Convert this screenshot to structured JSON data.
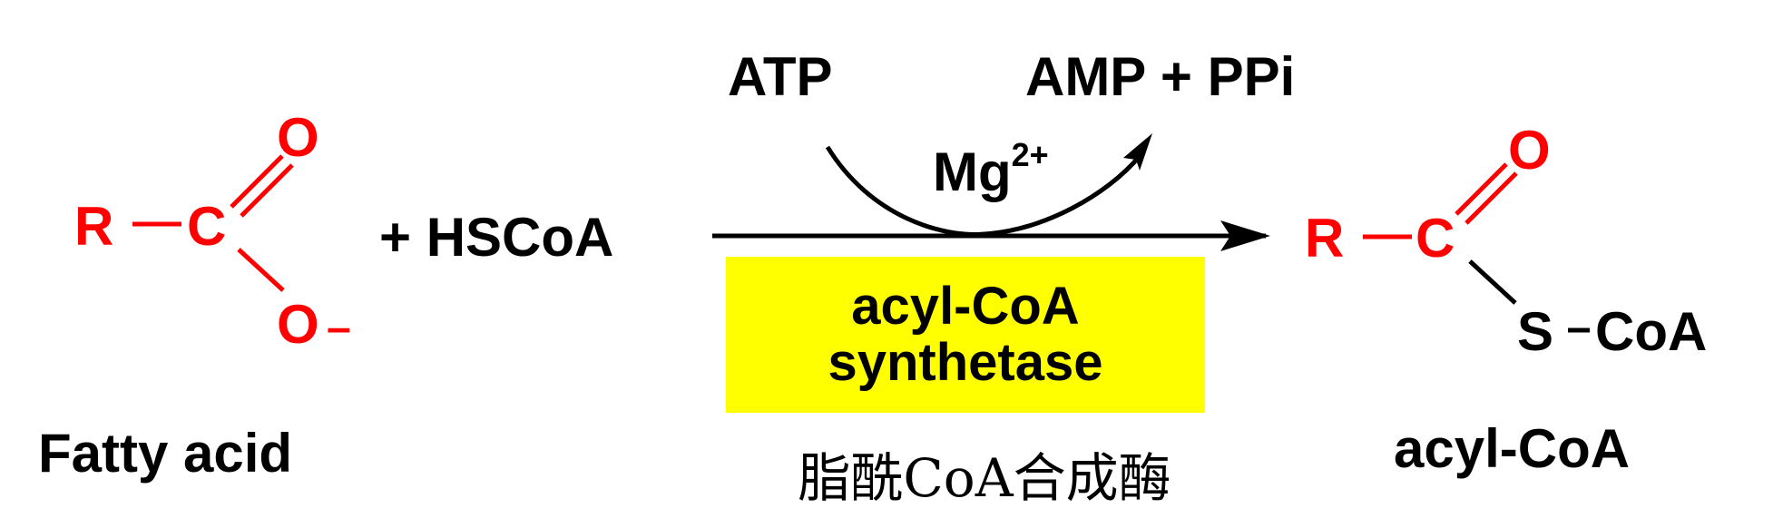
{
  "reactant": {
    "r_group": "R",
    "carbon": "C",
    "carbonyl_oxygen": "O",
    "carboxylate_oxygen": "O",
    "charge": "–",
    "name": "Fatty acid"
  },
  "cosubstrate": "+ HSCoA",
  "cofactors": {
    "input": "ATP",
    "output": "AMP + PPi",
    "metal_base": "Mg",
    "metal_charge": "2+"
  },
  "enzyme": {
    "name_line1": "acyl-CoA",
    "name_line2": "synthetase",
    "name_chinese": "脂酰CoA合成酶"
  },
  "product": {
    "r_group": "R",
    "carbon": "C",
    "carbonyl_oxygen": "O",
    "sulfur": "S",
    "coa": "CoA",
    "name": "acyl-CoA"
  },
  "colors": {
    "acyl_group": "#ff0000",
    "cofactor_text": "#0000ff",
    "enzyme_highlight": "#ffff00",
    "text": "#000000"
  }
}
